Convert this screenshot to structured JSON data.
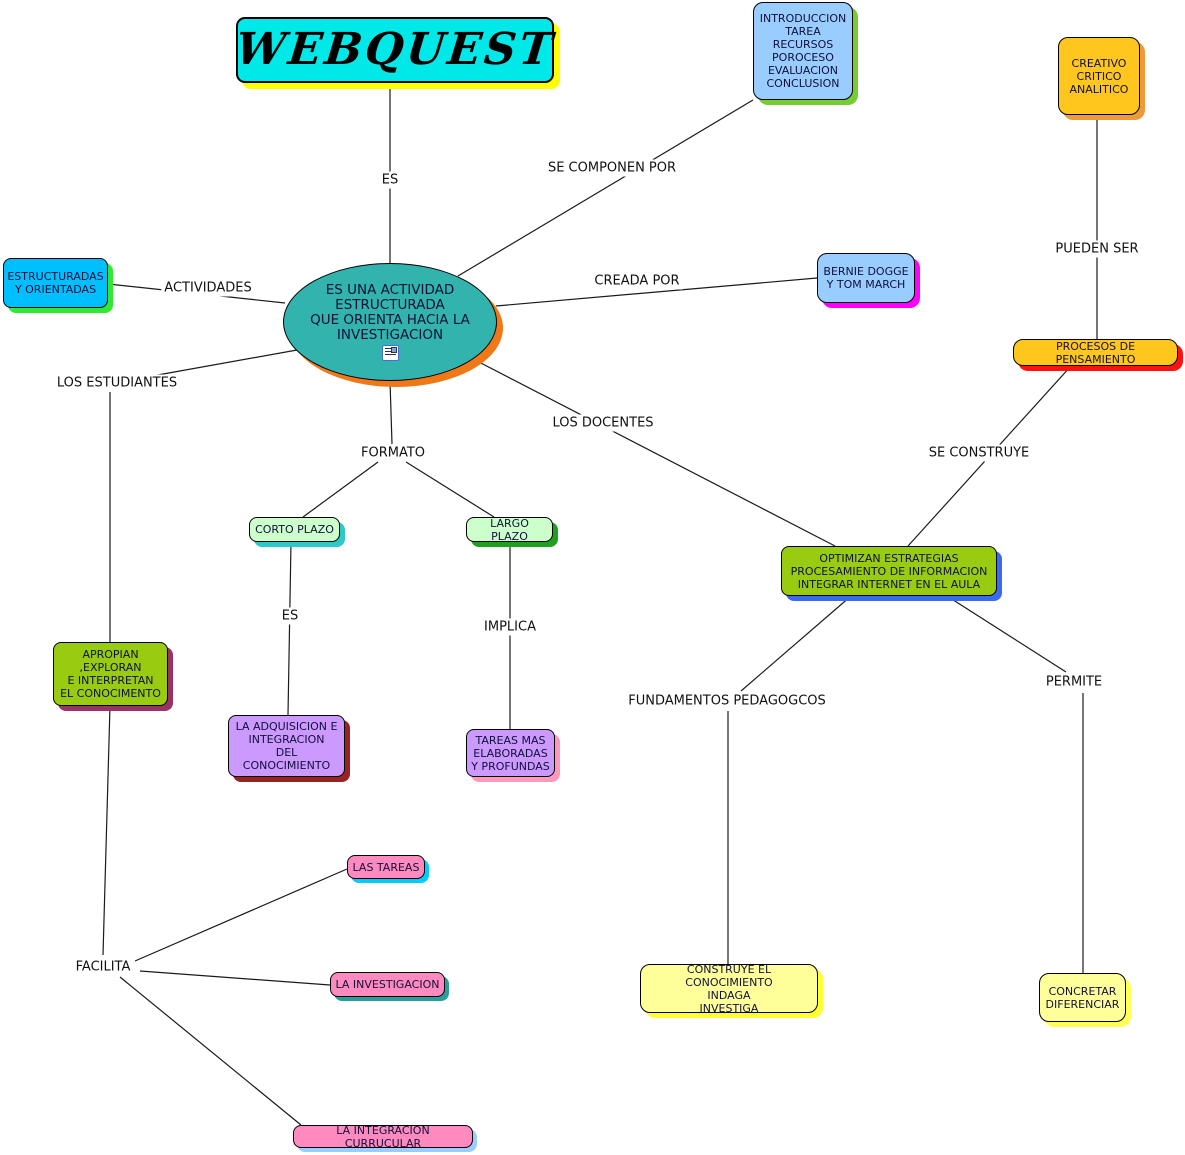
{
  "diagram": {
    "nodes": {
      "webquest": {
        "text": "WEBQUEST",
        "bg": "#00e8e8",
        "shadow": "#ffff00"
      },
      "components": {
        "text": "INTRODUCCION\nTAREA\nRECURSOS\nPOROCESO\nEVALUACION\nCONCLUSION",
        "bg": "#99ccff",
        "shadow": "#77cc33"
      },
      "creativo": {
        "text": "CREATIVO\nCRITICO\nANALITICO",
        "bg": "#ffc61e",
        "shadow": "#ef9a3a"
      },
      "central": {
        "text": "ES UNA ACTIVIDAD\nESTRUCTURADA\nQUE ORIENTA HACIA LA\nINVESTIGACION",
        "bg": "#33b3ae",
        "shadow": "#f07818"
      },
      "estructuradas": {
        "text": "ESTRUCTURADAS\nY ORIENTADAS",
        "bg": "#00bfff",
        "shadow": "#33e833"
      },
      "bernie": {
        "text": "BERNIE DOGGE\nY TOM MARCH",
        "bg": "#99ccff",
        "shadow": "#ff00ff"
      },
      "procesos": {
        "text": "PROCESOS DE PENSAMIENTO",
        "bg": "#ffc61e",
        "shadow": "#ff1111"
      },
      "corto": {
        "text": "CORTO PLAZO",
        "bg": "#ccffcc",
        "shadow": "#2dc9c9"
      },
      "largo": {
        "text": "LARGO PLAZO",
        "bg": "#ccffcc",
        "shadow": "#1f9e1f"
      },
      "optimizan": {
        "text": "OPTIMIZAN  ESTRATEGIAS\nPROCESAMIENTO DE  INFORMACION\nINTEGRAR INTERNET EN EL AULA",
        "bg": "#99cc11",
        "shadow": "#3b6af2"
      },
      "apropian": {
        "text": "APROPIAN\n,EXPLORAN\nE INTERPRETAN\nEL CONOCIMENTO",
        "bg": "#99cc11",
        "shadow": "#993366"
      },
      "adquisicion": {
        "text": "LA ADQUISICION E\nINTEGRACION\nDEL\nCONOCIMIENTO",
        "bg": "#cc99ff",
        "shadow": "#992222"
      },
      "tareas_mas": {
        "text": "TAREAS MAS\nELABORADAS\nY PROFUNDAS",
        "bg": "#cc99ff",
        "shadow": "#ff99bb"
      },
      "las_tareas": {
        "text": "LAS TAREAS",
        "bg": "#ff8ac0",
        "shadow": "#00ccff"
      },
      "investigacion": {
        "text": "LA INVESTIGACION",
        "bg": "#ff8ac0",
        "shadow": "#2a9d9d"
      },
      "integracion": {
        "text": "LA INTEGRACION CURRUCULAR",
        "bg": "#ff8ac0",
        "shadow": "#99ccff"
      },
      "construye": {
        "text": "CONSTRUYE EL CONOCIMIENTO\nINDAGA\nINVESTIGA",
        "bg": "#ffff99",
        "shadow": "#ffff33"
      },
      "concretar": {
        "text": "CONCRETAR\nDIFERENCIAR",
        "bg": "#ffff99",
        "shadow": "#ffff55"
      }
    },
    "edge_labels": {
      "es_top": "ES",
      "se_componen_por": "SE COMPONEN POR",
      "actividades": "ACTIVIDADES",
      "creada_por": "CREADA POR",
      "pueden_ser": "PUEDEN SER",
      "los_estudiantes": "LOS ESTUDIANTES",
      "los_docentes": "LOS DOCENTES",
      "formato": "FORMATO",
      "se_construye": "SE CONSTRUYE",
      "es_formato": "ES",
      "implica": "IMPLICA",
      "fundamentos_pedagogcos": "FUNDAMENTOS PEDAGOGCOS",
      "permite": "PERMITE",
      "facilita": "FACILITA"
    },
    "icons": {
      "central_resource": "document-icon"
    }
  }
}
